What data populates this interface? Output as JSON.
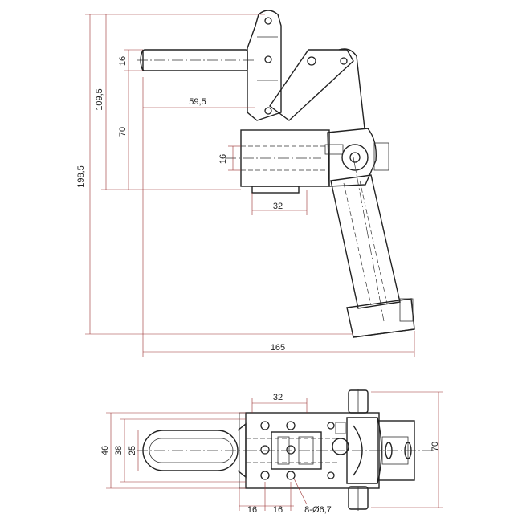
{
  "side_view": {
    "dimensions": {
      "handle_dia": "16",
      "height_109": "109,5",
      "height_70": "70",
      "overall_height": "198,5",
      "handle_offset": "59,5",
      "spindle_dia": "16",
      "spindle_length": "32",
      "overall_length": "165"
    }
  },
  "top_view": {
    "dimensions": {
      "spindle_length": "32",
      "width_46": "46",
      "width_38": "38",
      "width_25": "25",
      "width_70": "70",
      "hole_pitch_a": "16",
      "hole_pitch_b": "16",
      "holes": "8-Ø6,7"
    }
  }
}
